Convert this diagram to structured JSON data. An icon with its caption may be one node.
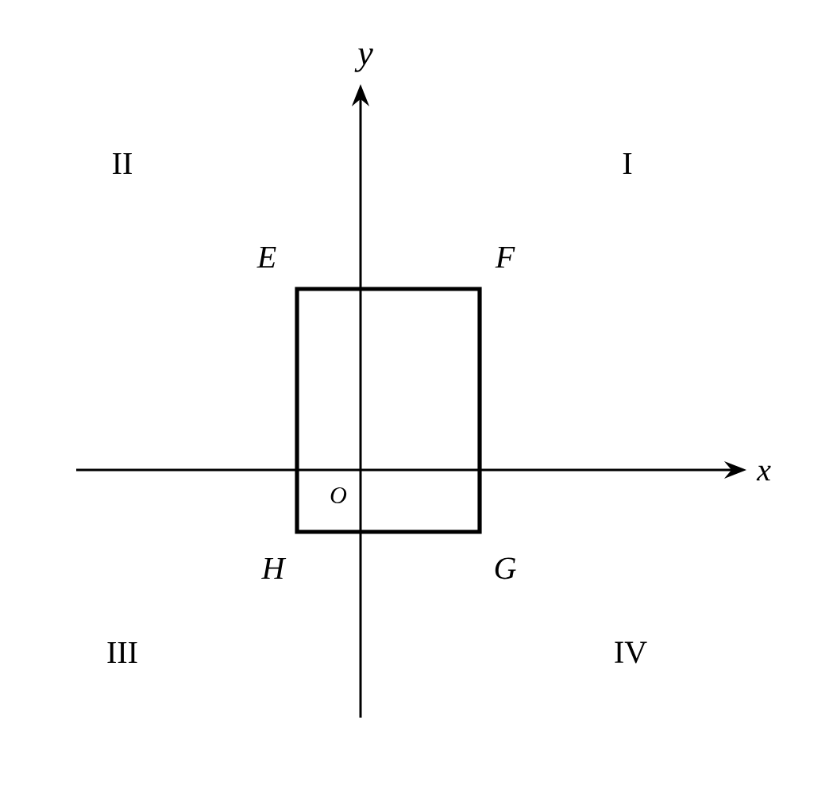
{
  "diagram": {
    "labels": [
      "y",
      "II",
      "I",
      "E",
      "F",
      "x",
      "O",
      "H",
      "G",
      "III",
      "IV"
    ]
  }
}
